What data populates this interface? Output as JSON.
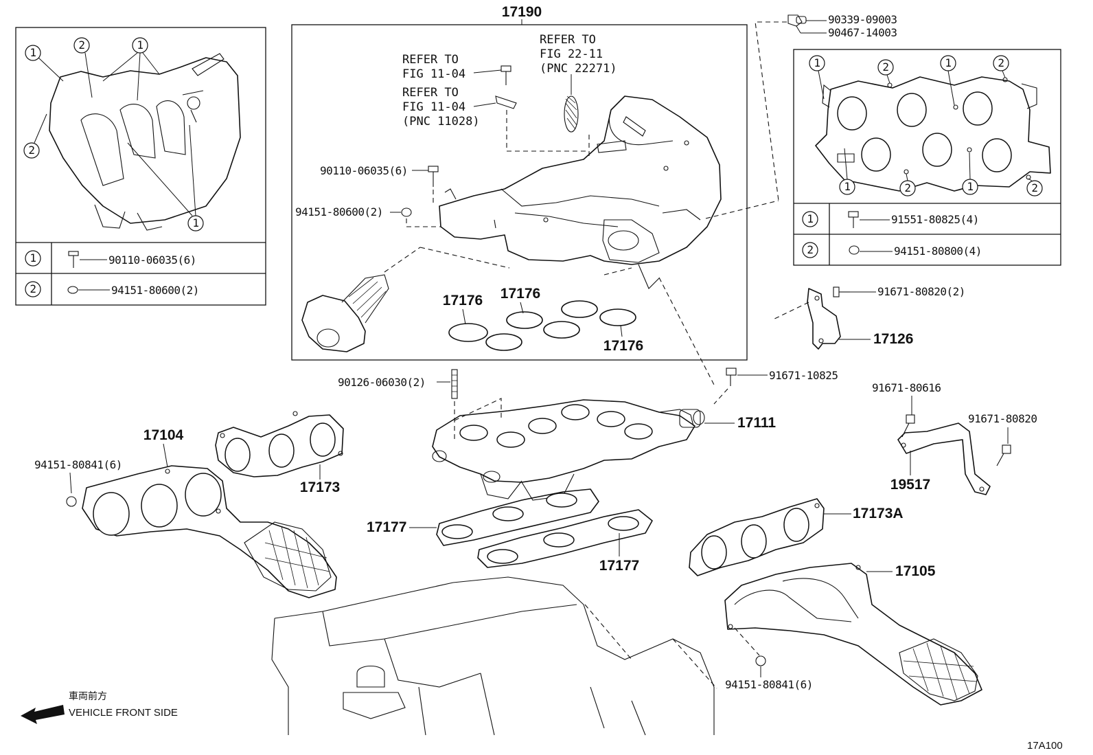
{
  "diagram": {
    "id": "17A100",
    "front_label_jp": "車両前方",
    "front_label_en": "VEHICLE FRONT SIDE"
  },
  "inset_left": {
    "legend": [
      {
        "num": "1",
        "part": "90110-06035(6)"
      },
      {
        "num": "2",
        "part": "94151-80600(2)"
      }
    ],
    "callouts": [
      "1",
      "2",
      "1",
      "2",
      "1"
    ]
  },
  "inset_right": {
    "legend": [
      {
        "num": "1",
        "part": "91551-80825(4)"
      },
      {
        "num": "2",
        "part": "94151-80800(4)"
      }
    ],
    "callouts": [
      "1",
      "2",
      "1",
      "2",
      "1",
      "2",
      "1",
      "2"
    ]
  },
  "assembly_box": {
    "label": "17190",
    "refers": [
      {
        "l1": "REFER TO",
        "l2": "FIG 22-11",
        "l3": "(PNC 22271)"
      },
      {
        "l1": "REFER TO",
        "l2": "FIG 11-04",
        "l3": ""
      },
      {
        "l1": "REFER TO",
        "l2": "FIG 11-04",
        "l3": "(PNC 11028)"
      }
    ],
    "parts": [
      "90110-06035(6)",
      "94151-80600(2)",
      "17176",
      "17176",
      "17176"
    ]
  },
  "parts": [
    "90339-09003",
    "90467-14003",
    "91671-80820(2)",
    "17126",
    "90126-06030(2)",
    "91671-10825",
    "17111",
    "91671-80616",
    "91671-80820",
    "19517",
    "17104",
    "94151-80841(6)",
    "17173",
    "17177",
    "17177",
    "17173A",
    "17105",
    "94151-80841(6)"
  ]
}
